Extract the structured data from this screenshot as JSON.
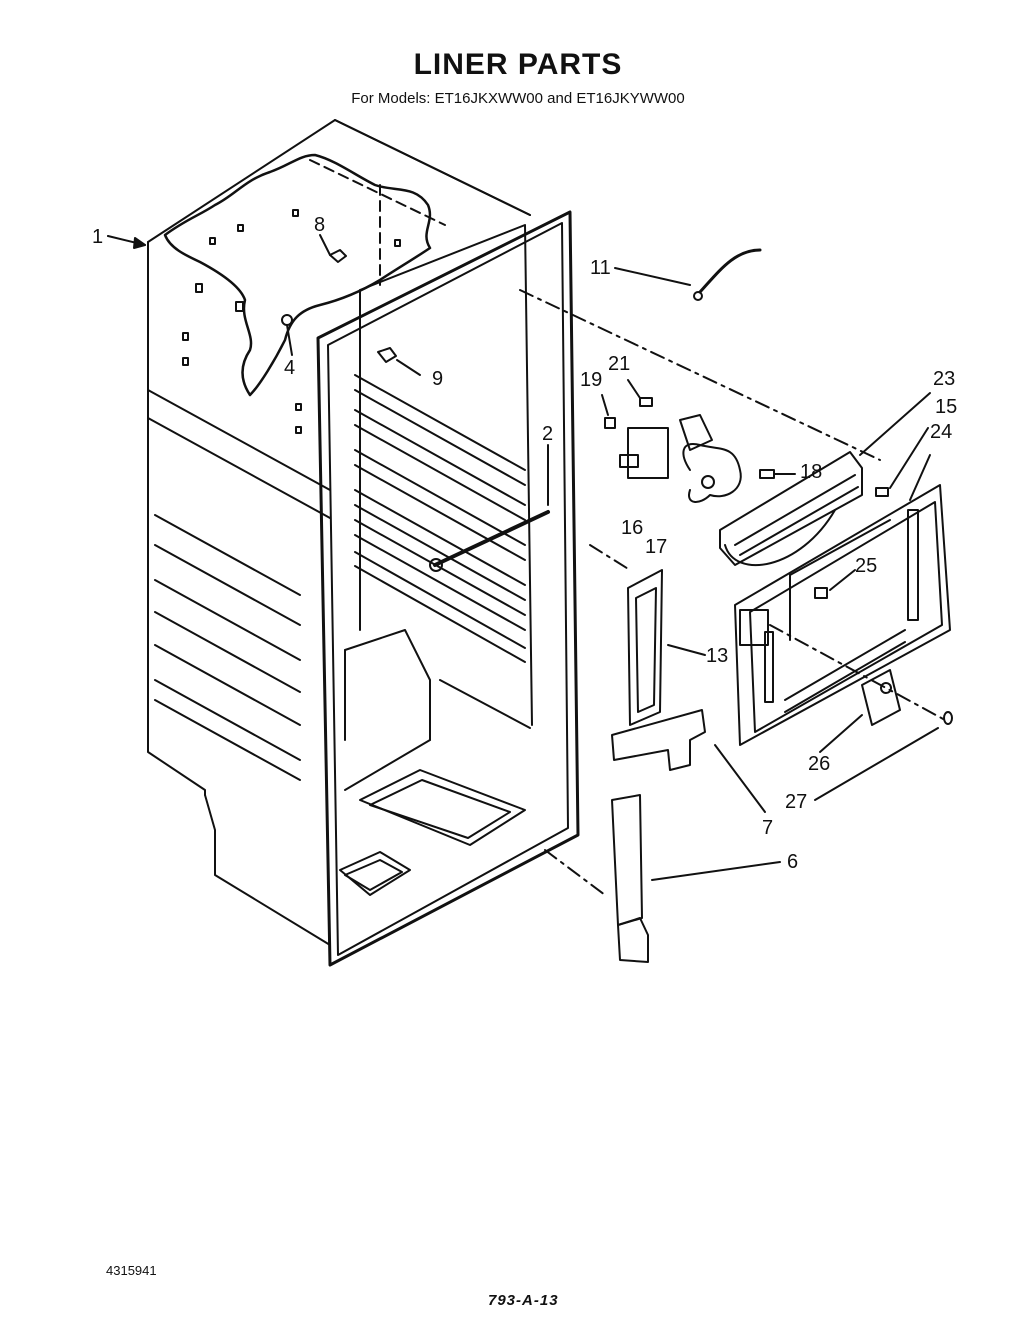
{
  "header": {
    "title": "LINER PARTS",
    "subtitle": "For Models: ET16JKXWW00 and ET16JKYWW00"
  },
  "callouts": {
    "c1": "1",
    "c2": "2",
    "c4": "4",
    "c6": "6",
    "c7": "7",
    "c8": "8",
    "c9": "9",
    "c11": "11",
    "c13": "13",
    "c15": "15",
    "c16": "16",
    "c17": "17",
    "c18": "18",
    "c19": "19",
    "c21": "21",
    "c23": "23",
    "c24": "24",
    "c25": "25",
    "c26": "26",
    "c27": "27"
  },
  "footer": {
    "code": "4315941",
    "ref": "793-A-13"
  },
  "colors": {
    "ink": "#111111",
    "paper": "#ffffff"
  }
}
